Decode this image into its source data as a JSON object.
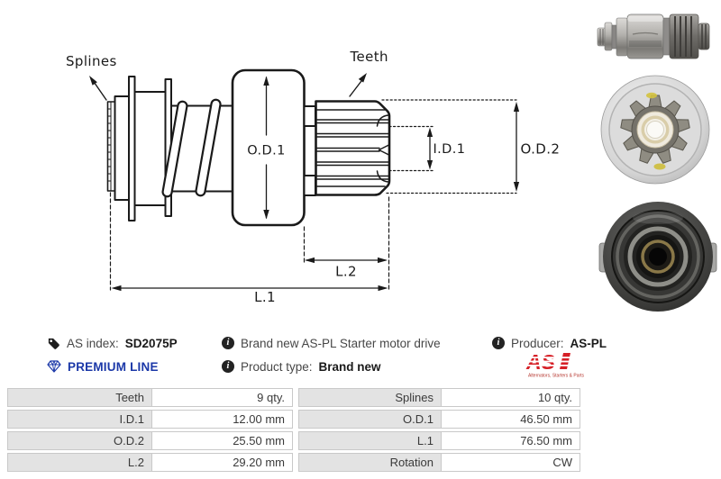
{
  "drawing": {
    "labels": {
      "splines": "Splines",
      "teeth": "Teeth",
      "od1": "O.D.1",
      "id1": "I.D.1",
      "od2": "O.D.2",
      "l1": "L.1",
      "l2": "L.2"
    }
  },
  "info_bar": {
    "as_index_label": "AS index:",
    "as_index_value": "SD2075P",
    "premium_line": "PREMIUM LINE",
    "description": "Brand new AS-PL Starter motor drive",
    "product_type_label": "Product type:",
    "product_type_value": "Brand new",
    "producer_label": "Producer:",
    "producer_value": "AS-PL",
    "info_glyph": "i",
    "logo_text": "AS",
    "logo_caption": "Alternators, Starters & Parts"
  },
  "spec_table": {
    "rows": [
      {
        "label1": "Teeth",
        "value1": "9 qty.",
        "label2": "Splines",
        "value2": "10 qty."
      },
      {
        "label1": "I.D.1",
        "value1": "12.00 mm",
        "label2": "O.D.1",
        "value2": "46.50 mm"
      },
      {
        "label1": "O.D.2",
        "value1": "25.50 mm",
        "label2": "L.1",
        "value2": "76.50 mm"
      },
      {
        "label1": "L.2",
        "value1": "29.20 mm",
        "label2": "Rotation",
        "value2": "CW"
      }
    ]
  },
  "colors": {
    "accent_blue": "#1b38a8",
    "logo_red": "#d62027",
    "line_color": "#1a1a1a",
    "table_label_bg": "#e3e3e3",
    "table_border": "#c9c9c9"
  }
}
